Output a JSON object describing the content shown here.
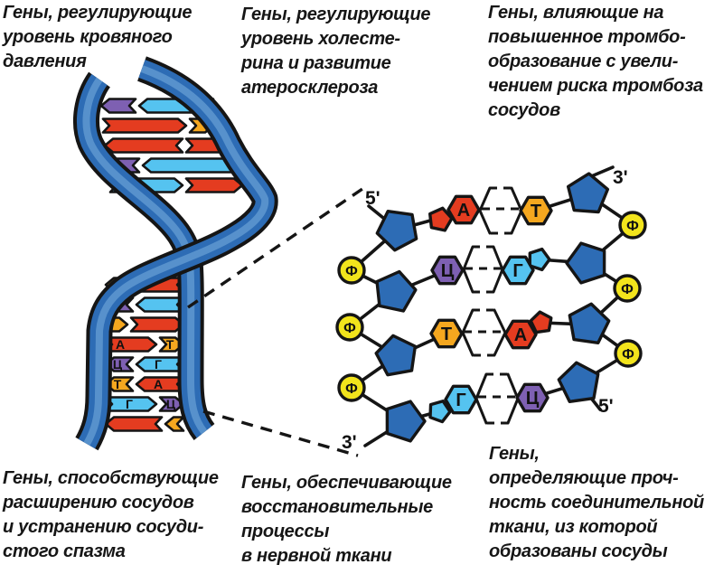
{
  "labels": {
    "top_left": [
      "Гены, регулирующие",
      "уровень кровяного",
      "давления"
    ],
    "top_middle": [
      "Гены, регулирующие",
      "уровень холесте-",
      "рина и развитие",
      "атеросклероза"
    ],
    "top_right": [
      "Гены, влияющие на",
      "повышенное тромбо-",
      "образование с увели-",
      "чением риска тромбоза",
      "сосудов"
    ],
    "bottom_left": [
      "Гены, способствующие",
      "расширению сосудов",
      "и устранению сосуди-",
      "стого спазма"
    ],
    "bottom_middle": [
      "Гены, обеспечивающие",
      "восстановительные",
      "процессы",
      "в нервной ткани"
    ],
    "bottom_right": [
      "Гены,",
      "определяющие проч-",
      "ность соединительной",
      "ткани, из которой",
      "образованы сосуды"
    ]
  },
  "figure": {
    "schematic": {
      "phosphate": "Ф",
      "ends": {
        "top_left": "5'",
        "top_right": "3'",
        "bottom_left": "3'",
        "bottom_right": "5'"
      },
      "rows": [
        {
          "left": "А",
          "right": "Т"
        },
        {
          "left": "Ц",
          "right": "Г"
        },
        {
          "left": "Т",
          "right": "А"
        },
        {
          "left": "Г",
          "right": "Ц"
        }
      ]
    },
    "helix": {
      "rung_letters": [
        {
          "left": "А",
          "right": "Т"
        },
        {
          "left": "Ц",
          "right": "Г"
        },
        {
          "left": "Т",
          "right": "А"
        },
        {
          "left": "Г",
          "right": "Ц"
        }
      ]
    },
    "colors": {
      "strand": "#2d6cb5",
      "strand_light": "#7ab1de",
      "phosphate": "#f2e41c",
      "red": "#e43c20",
      "orange": "#f5a71f",
      "purple": "#7e60b2",
      "lblue": "#55c3f0"
    }
  }
}
